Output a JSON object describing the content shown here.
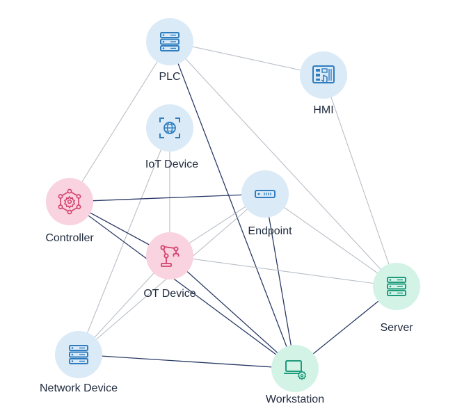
{
  "diagram": {
    "nodes": [
      {
        "id": "plc",
        "label": "PLC",
        "icon": "server-rack-icon",
        "kind": "blue"
      },
      {
        "id": "hmi",
        "label": "HMI",
        "icon": "control-panel-icon",
        "kind": "blue"
      },
      {
        "id": "iot",
        "label": "IoT Device",
        "icon": "globe-icon",
        "kind": "blue"
      },
      {
        "id": "controller",
        "label": "Controller",
        "icon": "gear-network-icon",
        "kind": "pink"
      },
      {
        "id": "endpoint",
        "label": "Endpoint",
        "icon": "endpoint-device-icon",
        "kind": "blue"
      },
      {
        "id": "ot",
        "label": "OT Device",
        "icon": "robot-arm-icon",
        "kind": "pink"
      },
      {
        "id": "server",
        "label": "Server",
        "icon": "server-stack-icon",
        "kind": "green"
      },
      {
        "id": "network",
        "label": "Network Device",
        "icon": "network-rack-icon",
        "kind": "blue"
      },
      {
        "id": "workstation",
        "label": "Workstation",
        "icon": "laptop-gear-icon",
        "kind": "green"
      }
    ],
    "edges": [
      {
        "from": "plc",
        "to": "hmi",
        "style": "light"
      },
      {
        "from": "plc",
        "to": "controller",
        "style": "light"
      },
      {
        "from": "plc",
        "to": "server",
        "style": "light"
      },
      {
        "from": "plc",
        "to": "workstation",
        "style": "dark"
      },
      {
        "from": "hmi",
        "to": "server",
        "style": "light"
      },
      {
        "from": "iot",
        "to": "ot",
        "style": "light"
      },
      {
        "from": "iot",
        "to": "network",
        "style": "light"
      },
      {
        "from": "controller",
        "to": "endpoint",
        "style": "dark"
      },
      {
        "from": "controller",
        "to": "ot",
        "style": "dark"
      },
      {
        "from": "controller",
        "to": "workstation",
        "style": "dark"
      },
      {
        "from": "endpoint",
        "to": "ot",
        "style": "light"
      },
      {
        "from": "endpoint",
        "to": "network",
        "style": "light"
      },
      {
        "from": "endpoint",
        "to": "server",
        "style": "light"
      },
      {
        "from": "endpoint",
        "to": "workstation",
        "style": "dark"
      },
      {
        "from": "ot",
        "to": "server",
        "style": "light"
      },
      {
        "from": "ot",
        "to": "workstation",
        "style": "dark"
      },
      {
        "from": "ot",
        "to": "network",
        "style": "light"
      },
      {
        "from": "network",
        "to": "workstation",
        "style": "dark"
      },
      {
        "from": "server",
        "to": "workstation",
        "style": "dark"
      }
    ],
    "colors": {
      "blue_fill": "#dbeaf7",
      "pink_fill": "#f9d3df",
      "green_fill": "#d3f3e7",
      "blue_icon": "#2f7dbf",
      "pink_icon": "#d2416e",
      "green_icon": "#1f9c7c",
      "edge_light": "#b8bec6",
      "edge_dark": "#2b3a66",
      "label": "#1f2a3d"
    }
  }
}
